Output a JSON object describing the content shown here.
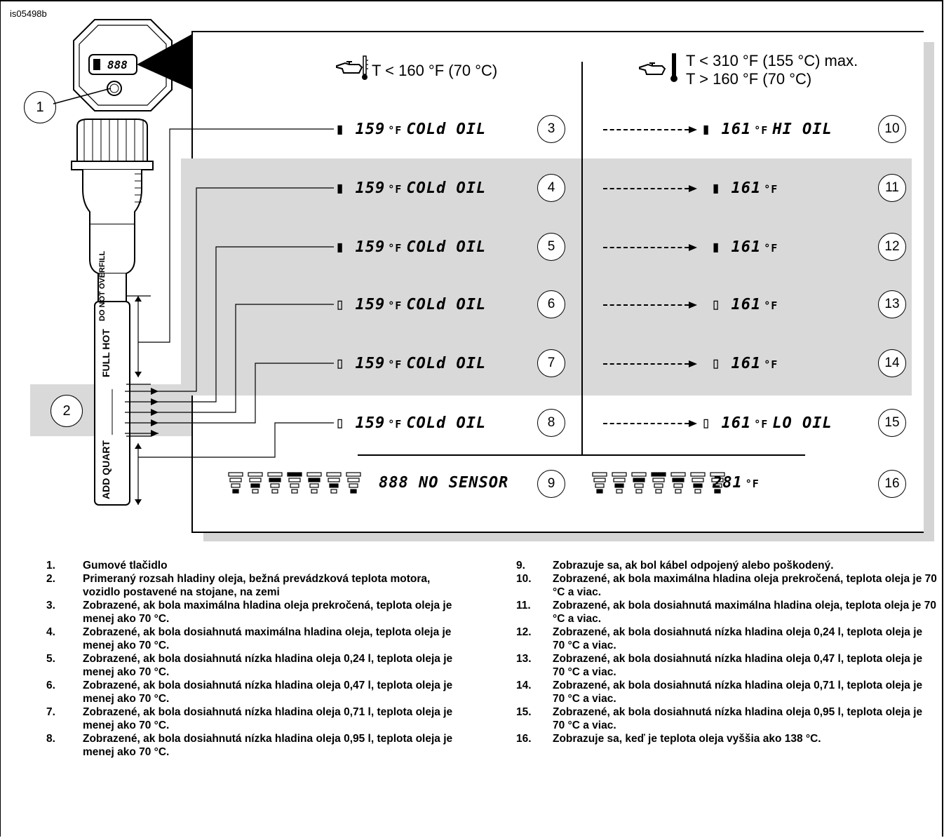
{
  "figure_id": "is05498b",
  "headers": {
    "left": "T < 160 °F (70 °C)",
    "right_line1": "T < 310 °F (155 °C) max.",
    "right_line2": "T > 160 °F (70 °C)"
  },
  "dipstick": {
    "text_top": "DO NOT OVERFILL",
    "text_mid": "FULL HOT",
    "text_bottom": "ADD QUART"
  },
  "callouts": [
    "1",
    "2",
    "3",
    "4",
    "5",
    "6",
    "7",
    "8",
    "9",
    "10",
    "11",
    "12",
    "13",
    "14",
    "15",
    "16"
  ],
  "lcd": {
    "cold_temp": "159",
    "cold_msg": "COLd OIL",
    "hot_temp": "161",
    "hi_msg": "HI OIL",
    "lo_msg": "LO OIL",
    "sensor_temp": "888",
    "sensor_msg": "NO SENSOR",
    "max_temp": "281",
    "unit": "°F"
  },
  "legend": [
    {
      "num": "1.",
      "text": "Gumové tlačidlo"
    },
    {
      "num": "2.",
      "text": "Primeraný rozsah hladiny oleja, bežná prevádzková teplota motora, vozidlo postavené na stojane, na zemi"
    },
    {
      "num": "3.",
      "text": "Zobrazené, ak bola maximálna hladina oleja prekročená, teplota oleja je menej ako 70 °C."
    },
    {
      "num": "4.",
      "text": "Zobrazené, ak bola dosiahnutá maximálna hladina oleja, teplota oleja je menej ako 70 °C."
    },
    {
      "num": "5.",
      "text": "Zobrazené, ak bola dosiahnutá nízka hladina oleja 0,24 l, teplota oleja je menej ako 70 °C."
    },
    {
      "num": "6.",
      "text": "Zobrazené, ak bola dosiahnutá nízka hladina oleja 0,47 l, teplota oleja je menej ako 70 °C."
    },
    {
      "num": "7.",
      "text": "Zobrazené, ak bola dosiahnutá nízka hladina oleja 0,71 l, teplota oleja je menej ako 70 °C."
    },
    {
      "num": "8.",
      "text": "Zobrazené, ak bola dosiahnutá nízka hladina oleja 0,95 l, teplota oleja je menej ako 70 °C."
    },
    {
      "num": "9.",
      "text": "Zobrazuje sa, ak bol kábel odpojený alebo poškodený."
    },
    {
      "num": "10.",
      "text": "Zobrazené, ak bola maximálna hladina oleja prekročená, teplota oleja je 70 °C a viac."
    },
    {
      "num": "11.",
      "text": "Zobrazené, ak bola dosiahnutá maximálna hladina oleja, teplota oleja je 70 °C a viac."
    },
    {
      "num": "12.",
      "text": "Zobrazené, ak bola dosiahnutá nízka hladina oleja 0,24 l, teplota oleja je 70 °C a viac."
    },
    {
      "num": "13.",
      "text": "Zobrazené, ak bola dosiahnutá nízka hladina oleja 0,47 l, teplota oleja je 70 °C a viac."
    },
    {
      "num": "14.",
      "text": "Zobrazené, ak bola dosiahnutá nízka hladina oleja 0,71 l, teplota oleja je 70 °C a viac."
    },
    {
      "num": "15.",
      "text": "Zobrazené, ak bola dosiahnutá nízka hladina oleja 0,95 l, teplota oleja je 70 °C a viac."
    },
    {
      "num": "16.",
      "text": "Zobrazuje sa, keď je teplota oleja vyššia ako 138 °C."
    }
  ]
}
